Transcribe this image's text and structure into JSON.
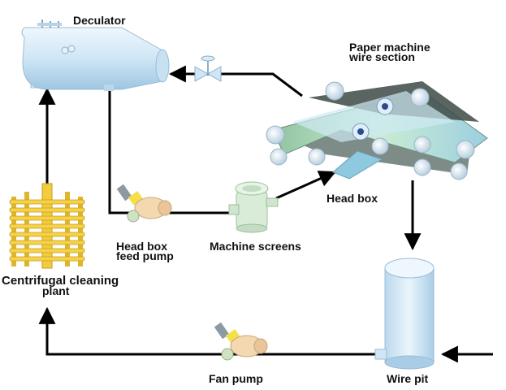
{
  "labels": {
    "deculator": "Deculator",
    "paper_machine": [
      "Paper machine",
      "wire section"
    ],
    "head_box": "Head box",
    "head_box_feed_pump": [
      "Head box",
      "feed pump"
    ],
    "machine_screens": "Machine screens",
    "centrifugal_cleaning_plant": [
      "Centrifugal cleaning",
      "plant"
    ],
    "fan_pump": "Fan pump",
    "wire_pit": "Wire pit"
  },
  "colors": {
    "line": "#000000",
    "tank": "#cfe6f5",
    "tank_shade": "#a9cde6",
    "fabric": "#b9e3c4",
    "roll": "#e8f2fb",
    "pump_body": "#f3d8b0",
    "pump_accent": "#f5e04a",
    "screen_body": "#d8ecd8",
    "cleaner": "#f2cc3c"
  }
}
